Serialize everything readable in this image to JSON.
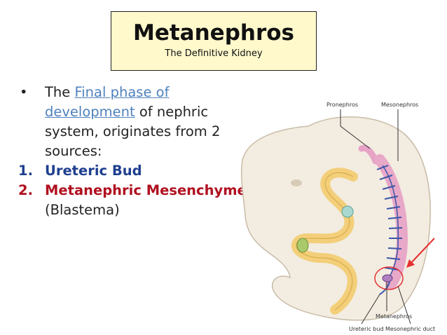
{
  "slide": {
    "title": "Metanephros",
    "subtitle": "The Definitive Kidney",
    "bullet": {
      "marker": "•",
      "prefix": "The ",
      "link_text": "Final phase of development",
      "suffix": " of nephric system, originates from 2 sources:"
    },
    "sources": [
      {
        "number": "1.",
        "text": "Ureteric Bud"
      },
      {
        "number": "2.",
        "text": "Metanephric Mesenchyme",
        "continuation": "(Blastema)"
      }
    ]
  },
  "diagram": {
    "labels": {
      "pronephros": "Pronephros",
      "mesonephros": "Mesonephros",
      "metanephros": "Metanephros",
      "ureteric_bud": "Ureteric bud",
      "mesonephric_duct": "Mesonephric duct"
    },
    "colors": {
      "arrow": "#e53030",
      "circle": "#e53030",
      "tubules": "#3b56a8",
      "duct": "#e8a8c8",
      "gut": "#f5d68a"
    }
  }
}
